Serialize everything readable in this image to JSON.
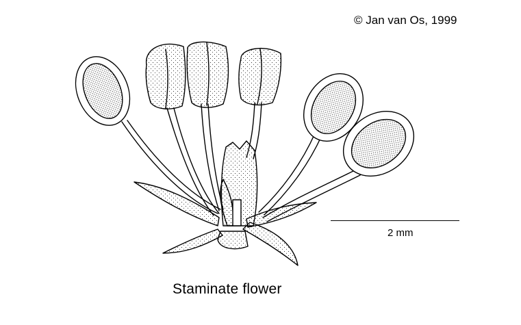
{
  "figure": {
    "caption": "Staminate flower",
    "copyright": "© Jan van Os, 1999",
    "scale_bar_label": "2 mm"
  },
  "colors": {
    "ink": "#000000",
    "paper": "#ffffff"
  }
}
